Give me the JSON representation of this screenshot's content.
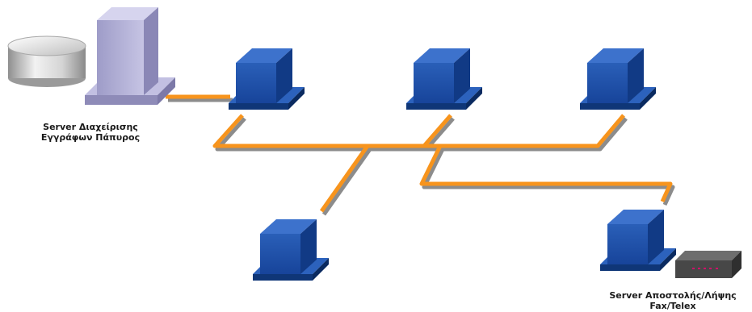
{
  "labels": {
    "document_server": [
      "Server Διαχείρισης",
      "Εγγράφων Πάπυρος"
    ],
    "fax_server": [
      "Server Αποστολής/Λήψης",
      "Fax/Telex"
    ]
  },
  "colors": {
    "cable": "#f7941d",
    "cable_shadow": "#8c8c8c",
    "workstation_front": "#1f4fa3",
    "workstation_side": "#123a80",
    "workstation_top": "#3a6cc4",
    "server_tower": "#b3b0d6",
    "storage_disk": "#d9d9d9",
    "fax_device": "#4a4a4a",
    "fax_led": "#d0106a"
  },
  "icons": {
    "document_server": "server-tower-icon",
    "storage": "database-disk-icon",
    "workstation": "workstation-icon",
    "fax_device": "fax-modem-icon"
  }
}
